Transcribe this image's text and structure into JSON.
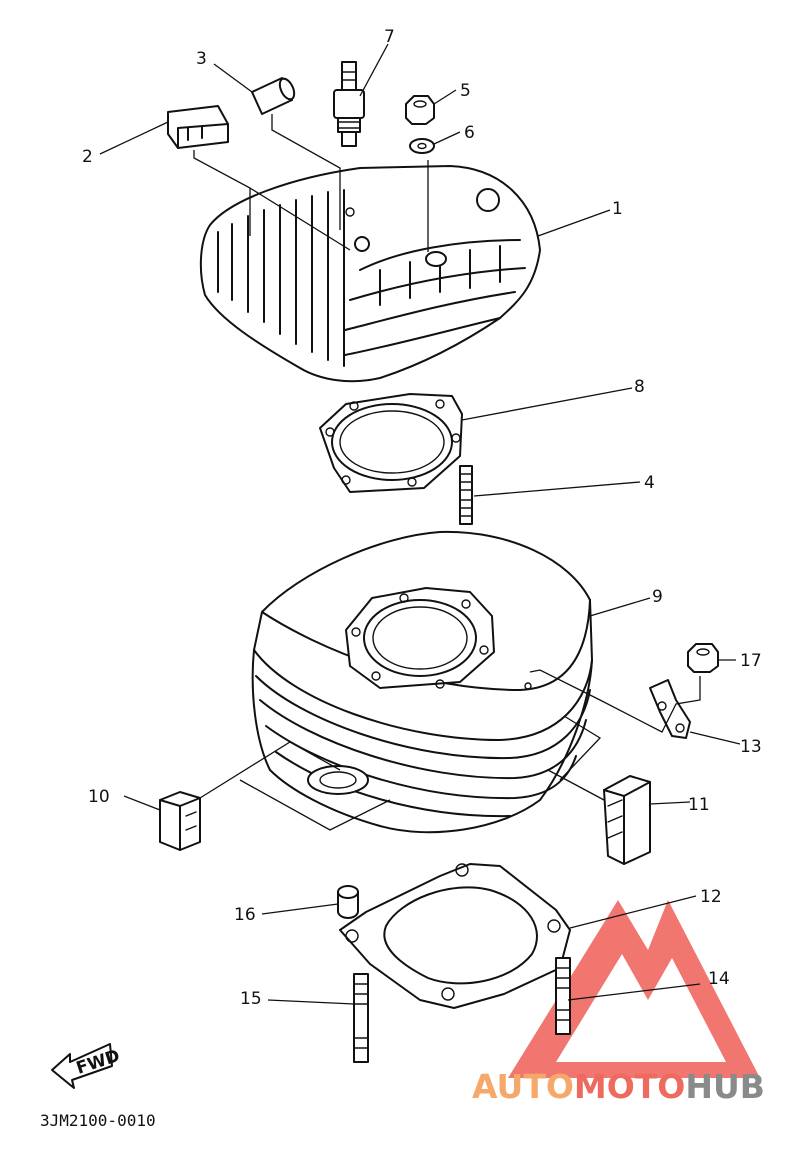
{
  "diagram": {
    "callouts": [
      "1",
      "2",
      "3",
      "4",
      "5",
      "6",
      "7",
      "8",
      "9",
      "10",
      "11",
      "12",
      "13",
      "14",
      "15",
      "16",
      "17"
    ],
    "direction_label": "FWD",
    "diagram_code": "3JM2100-0010"
  },
  "watermark": {
    "part_a": "AUTO",
    "part_b": "MOTO",
    "part_c": "HUB",
    "color_a": "#f6a86a",
    "color_b": "#ee6a5e",
    "color_c": "#8a8a8a",
    "logo_color": "#ef5e57"
  }
}
